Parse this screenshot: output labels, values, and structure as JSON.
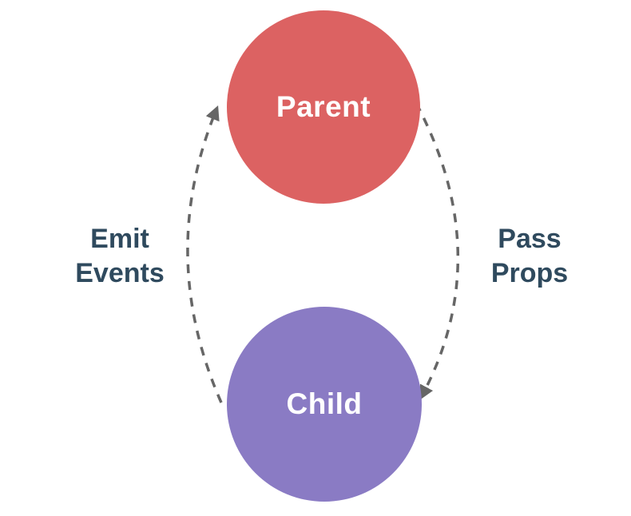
{
  "nodes": {
    "parent": {
      "label": "Parent",
      "color": "#dc6262"
    },
    "child": {
      "label": "Child",
      "color": "#8a7bc4"
    }
  },
  "edges": {
    "emit_events": {
      "label": "Emit\nEvents",
      "direction": "child-to-parent"
    },
    "pass_props": {
      "label": "Pass\nProps",
      "direction": "parent-to-child"
    }
  },
  "colors": {
    "node_text": "#ffffff",
    "label_text": "#2f4a5e",
    "arrow": "#666666",
    "background": "#ffffff"
  }
}
